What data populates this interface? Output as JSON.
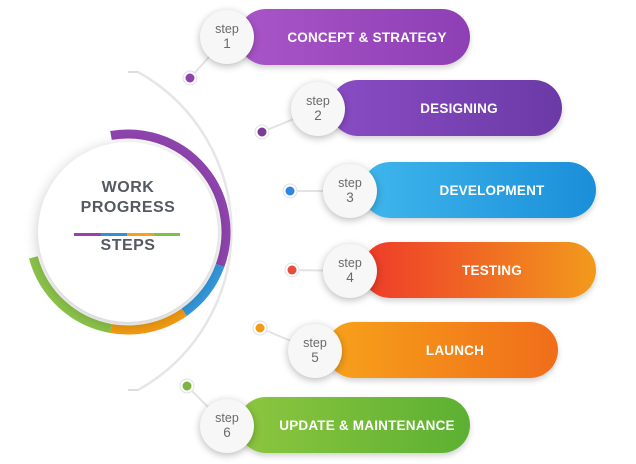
{
  "center": {
    "title_line1": "WORK",
    "title_line2": "PROGRESS",
    "subtitle": "STEPS",
    "divider_colors": [
      "#9a3fb0",
      "#2f8fd8",
      "#f3a21b",
      "#7fc23f"
    ]
  },
  "steps": [
    {
      "step_word": "step",
      "number": "1",
      "label": "CONCEPT & STRATEGY",
      "color_from": "#a955c8",
      "color_to": "#8d3fb4",
      "dot_color": "#8e44ad"
    },
    {
      "step_word": "step",
      "number": "2",
      "label": "DESIGNING",
      "color_from": "#8a4cc4",
      "color_to": "#6b3aa6",
      "dot_color": "#7d3c98"
    },
    {
      "step_word": "step",
      "number": "3",
      "label": "DEVELOPMENT",
      "color_from": "#3fb6ec",
      "color_to": "#1a8fd9",
      "dot_color": "#2e86de"
    },
    {
      "step_word": "step",
      "number": "4",
      "label": "TESTING",
      "color_from": "#ee3a2a",
      "color_to": "#f29a1c",
      "dot_color": "#e74c3c"
    },
    {
      "step_word": "step",
      "number": "5",
      "label": "LAUNCH",
      "color_from": "#f7a21a",
      "color_to": "#f06d1a",
      "dot_color": "#f39c12"
    },
    {
      "step_word": "step",
      "number": "6",
      "label": "UPDATE & MAINTENANCE",
      "color_from": "#8dc63f",
      "color_to": "#5cb032",
      "dot_color": "#7cb342"
    }
  ],
  "ring_colors": [
    "#8e44ad",
    "#3498db",
    "#f39c12",
    "#8bc34a"
  ]
}
